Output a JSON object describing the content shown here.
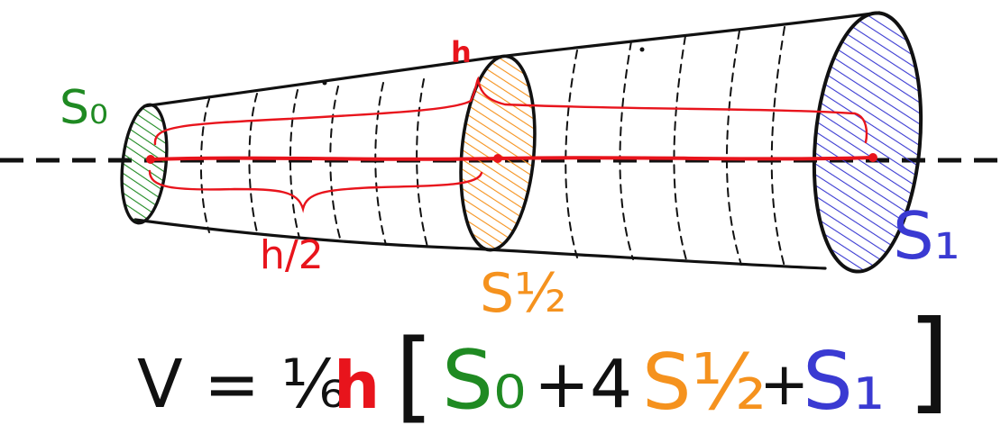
{
  "colors": {
    "ink": "#111111",
    "red": "#e8141c",
    "green": "#1f8a22",
    "orange": "#f5921e",
    "blue": "#3a3ad2"
  },
  "labels": {
    "s0": "S₀",
    "s_half": "S½",
    "s1": "S₁",
    "h": "h",
    "h_half": "h/2"
  },
  "formula": {
    "lhs": "V = ⅙",
    "h": "h",
    "open_bracket": "[",
    "s0": "S₀",
    "plus_four": "+4",
    "s_half": "S½",
    "plus": "+",
    "s1": "S₁",
    "close_bracket": "]"
  }
}
